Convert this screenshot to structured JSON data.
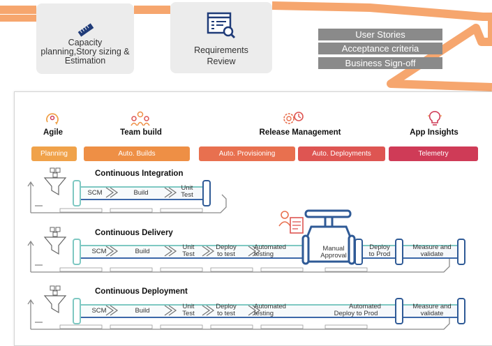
{
  "top": {
    "capacity_card": {
      "text_lines": [
        "Capacity",
        "planning,Story sizing &",
        "Estimation"
      ]
    },
    "requirements_card": {
      "text_lines": [
        "Requirements",
        "Review"
      ]
    },
    "items": [
      "User Stories",
      "Acceptance criteria",
      "Business Sign-off"
    ]
  },
  "categories": [
    {
      "label": "Agile"
    },
    {
      "label": "Team build"
    },
    {
      "label": "Release Management"
    },
    {
      "label": "App Insights"
    }
  ],
  "pills": [
    {
      "label": "Planning",
      "color": "#f0a24a"
    },
    {
      "label": "Auto. Builds",
      "color": "#ee8f45"
    },
    {
      "label": "Auto. Provisioning",
      "color": "#e8704f"
    },
    {
      "label": "Auto. Deployments",
      "color": "#de5552"
    },
    {
      "label": "Telemetry",
      "color": "#cf3b57"
    }
  ],
  "pipelines": [
    {
      "title": "Continuous Integration",
      "stages": [
        [
          "SCM"
        ],
        [
          "Build"
        ],
        [
          "Unit",
          "Test"
        ]
      ]
    },
    {
      "title": "Continuous Delivery",
      "stages": [
        [
          "SCM"
        ],
        [
          "Build"
        ],
        [
          "Unit",
          "Test"
        ],
        [
          "Deploy",
          "to test"
        ],
        [
          "Automated",
          "testing"
        ],
        [
          "Manual",
          "Approval"
        ],
        [
          "Deploy",
          "to Prod"
        ],
        [
          "Measure and",
          "validate"
        ]
      ]
    },
    {
      "title": "Continuous Deployment",
      "stages": [
        [
          "SCM"
        ],
        [
          "Build"
        ],
        [
          "Unit",
          "Test"
        ],
        [
          "Deploy",
          "to test"
        ],
        [
          "Automated",
          "testing"
        ],
        [
          "Automated",
          "Deploy to Prod"
        ],
        [
          "Measure and",
          "validate"
        ]
      ]
    }
  ],
  "colors": {
    "orange_line": "#f6a66e",
    "pipe_top": "#7ec8c2",
    "pipe_bottom": "#3b67a8",
    "valve": "#2f5a96"
  }
}
